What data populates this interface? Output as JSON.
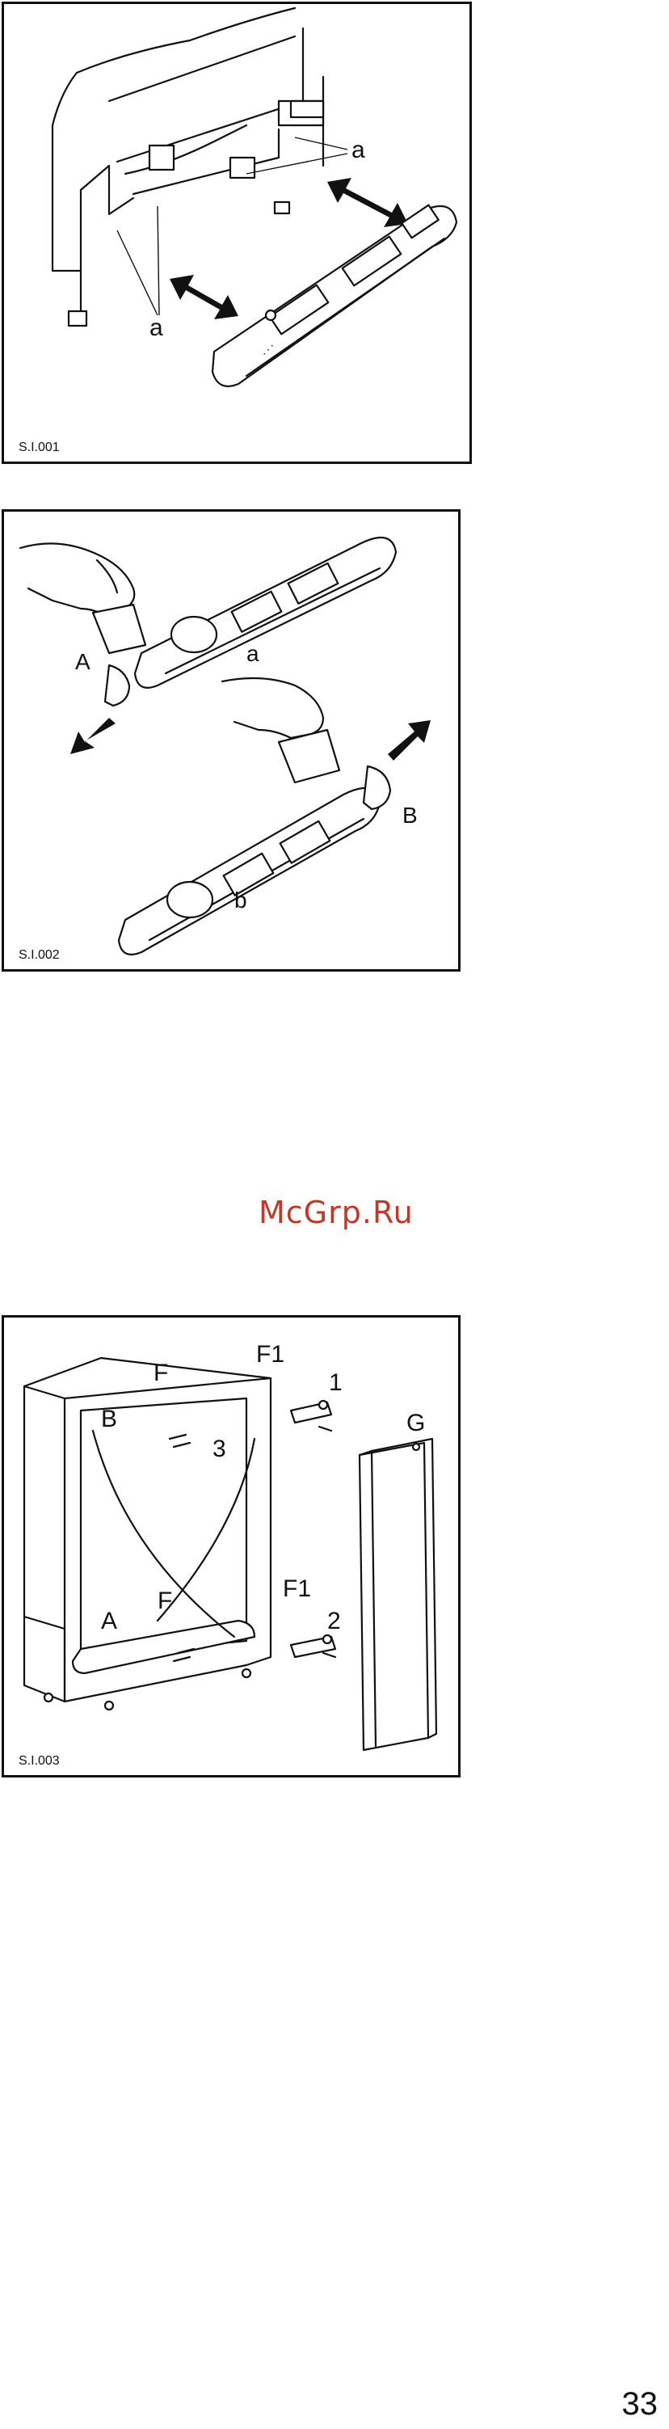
{
  "figures": [
    {
      "caption": "S.I.001",
      "labels": {
        "a_top": "a",
        "a_bottom": "a"
      }
    },
    {
      "caption": "S.I.002",
      "labels": {
        "A": "A",
        "a": "a",
        "B": "B",
        "b": "b"
      }
    },
    {
      "caption": "S.I.003",
      "labels": {
        "F1_top": "F1",
        "F_top": "F",
        "B": "B",
        "n1": "1",
        "n3": "3",
        "G": "G",
        "F1_bottom": "F1",
        "F_bottom": "F",
        "A": "A",
        "n2": "2"
      }
    }
  ],
  "watermark": "McGrp.Ru",
  "page_number": "33"
}
